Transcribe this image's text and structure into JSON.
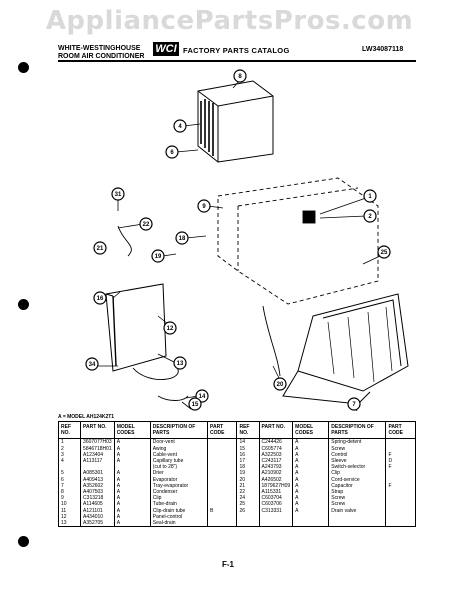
{
  "watermark": "AppliancePartsPros.com",
  "header": {
    "brand_line1": "WHITE-WESTINGHOUSE",
    "brand_line2": "ROOM AIR CONDITIONER",
    "logo": "WCI",
    "catalog": "FACTORY PARTS CATALOG",
    "doc_number": "LW34087118"
  },
  "callouts": [
    "8",
    "4",
    "6",
    "31",
    "9",
    "22",
    "21",
    "18",
    "19",
    "1",
    "2",
    "16",
    "12",
    "25",
    "34",
    "13",
    "20",
    "14",
    "15",
    "7"
  ],
  "model_note": "A = MODEL AH124K2T1",
  "table": {
    "headers": [
      "REF NO.",
      "PART NO.",
      "MODEL CODES",
      "DESCRIPTION OF PARTS",
      "PART CODE",
      "REF NO.",
      "PART NO.",
      "MODEL CODES",
      "DESCRIPTION OF PARTS",
      "PART CODE"
    ],
    "left_rows": [
      [
        "1",
        "3607077H03",
        "A",
        "Door-vent",
        ""
      ],
      [
        "2",
        "5846718H01",
        "A",
        "Awing",
        ""
      ],
      [
        "3",
        "A123404",
        "A",
        "Cable-vent",
        ""
      ],
      [
        "4",
        "A113117",
        "A",
        "Capillary tube",
        ""
      ],
      [
        "",
        "",
        "",
        "(cut to 28\")",
        ""
      ],
      [
        "5",
        "A085301",
        "A",
        "Drier",
        ""
      ],
      [
        "6",
        "A409413",
        "A",
        "Evaporator",
        ""
      ],
      [
        "7",
        "A352602",
        "A",
        "Tray-evaporator",
        ""
      ],
      [
        "8",
        "A407503",
        "A",
        "Condenser",
        ""
      ],
      [
        "9",
        "C313218",
        "A",
        "Clip",
        ""
      ],
      [
        "10",
        "A114605",
        "A",
        "Tube-drain",
        ""
      ],
      [
        "11",
        "A121101",
        "A",
        "Clip-drain tube",
        "B"
      ],
      [
        "12",
        "A434010",
        "A",
        "Panel-control",
        ""
      ],
      [
        "13",
        "A352705",
        "A",
        "Seal-drain",
        ""
      ]
    ],
    "right_rows": [
      [
        "14",
        "C244426",
        "A",
        "Spring-detent",
        ""
      ],
      [
        "15",
        "C605774",
        "A",
        "Screw",
        ""
      ],
      [
        "16",
        "A322503",
        "A",
        "Control",
        "F"
      ],
      [
        "17",
        "C243117",
        "A",
        "Sleeve",
        "D"
      ],
      [
        "18",
        "A243793",
        "A",
        "Switch-selector",
        "F"
      ],
      [
        "19",
        "A210902",
        "A",
        "Clip",
        ""
      ],
      [
        "20",
        "A426502",
        "A",
        "Cord-service",
        ""
      ],
      [
        "21",
        "1879627H09",
        "A",
        "Capacitor",
        "F"
      ],
      [
        "22",
        "A115331",
        "A",
        "Strap",
        ""
      ],
      [
        "24",
        "C603704",
        "A",
        "Screw",
        ""
      ],
      [
        "25",
        "C603706",
        "A",
        "Screw",
        ""
      ],
      [
        "26",
        "C313331",
        "A",
        "Drain valve",
        ""
      ]
    ]
  },
  "page_number": "F-1"
}
